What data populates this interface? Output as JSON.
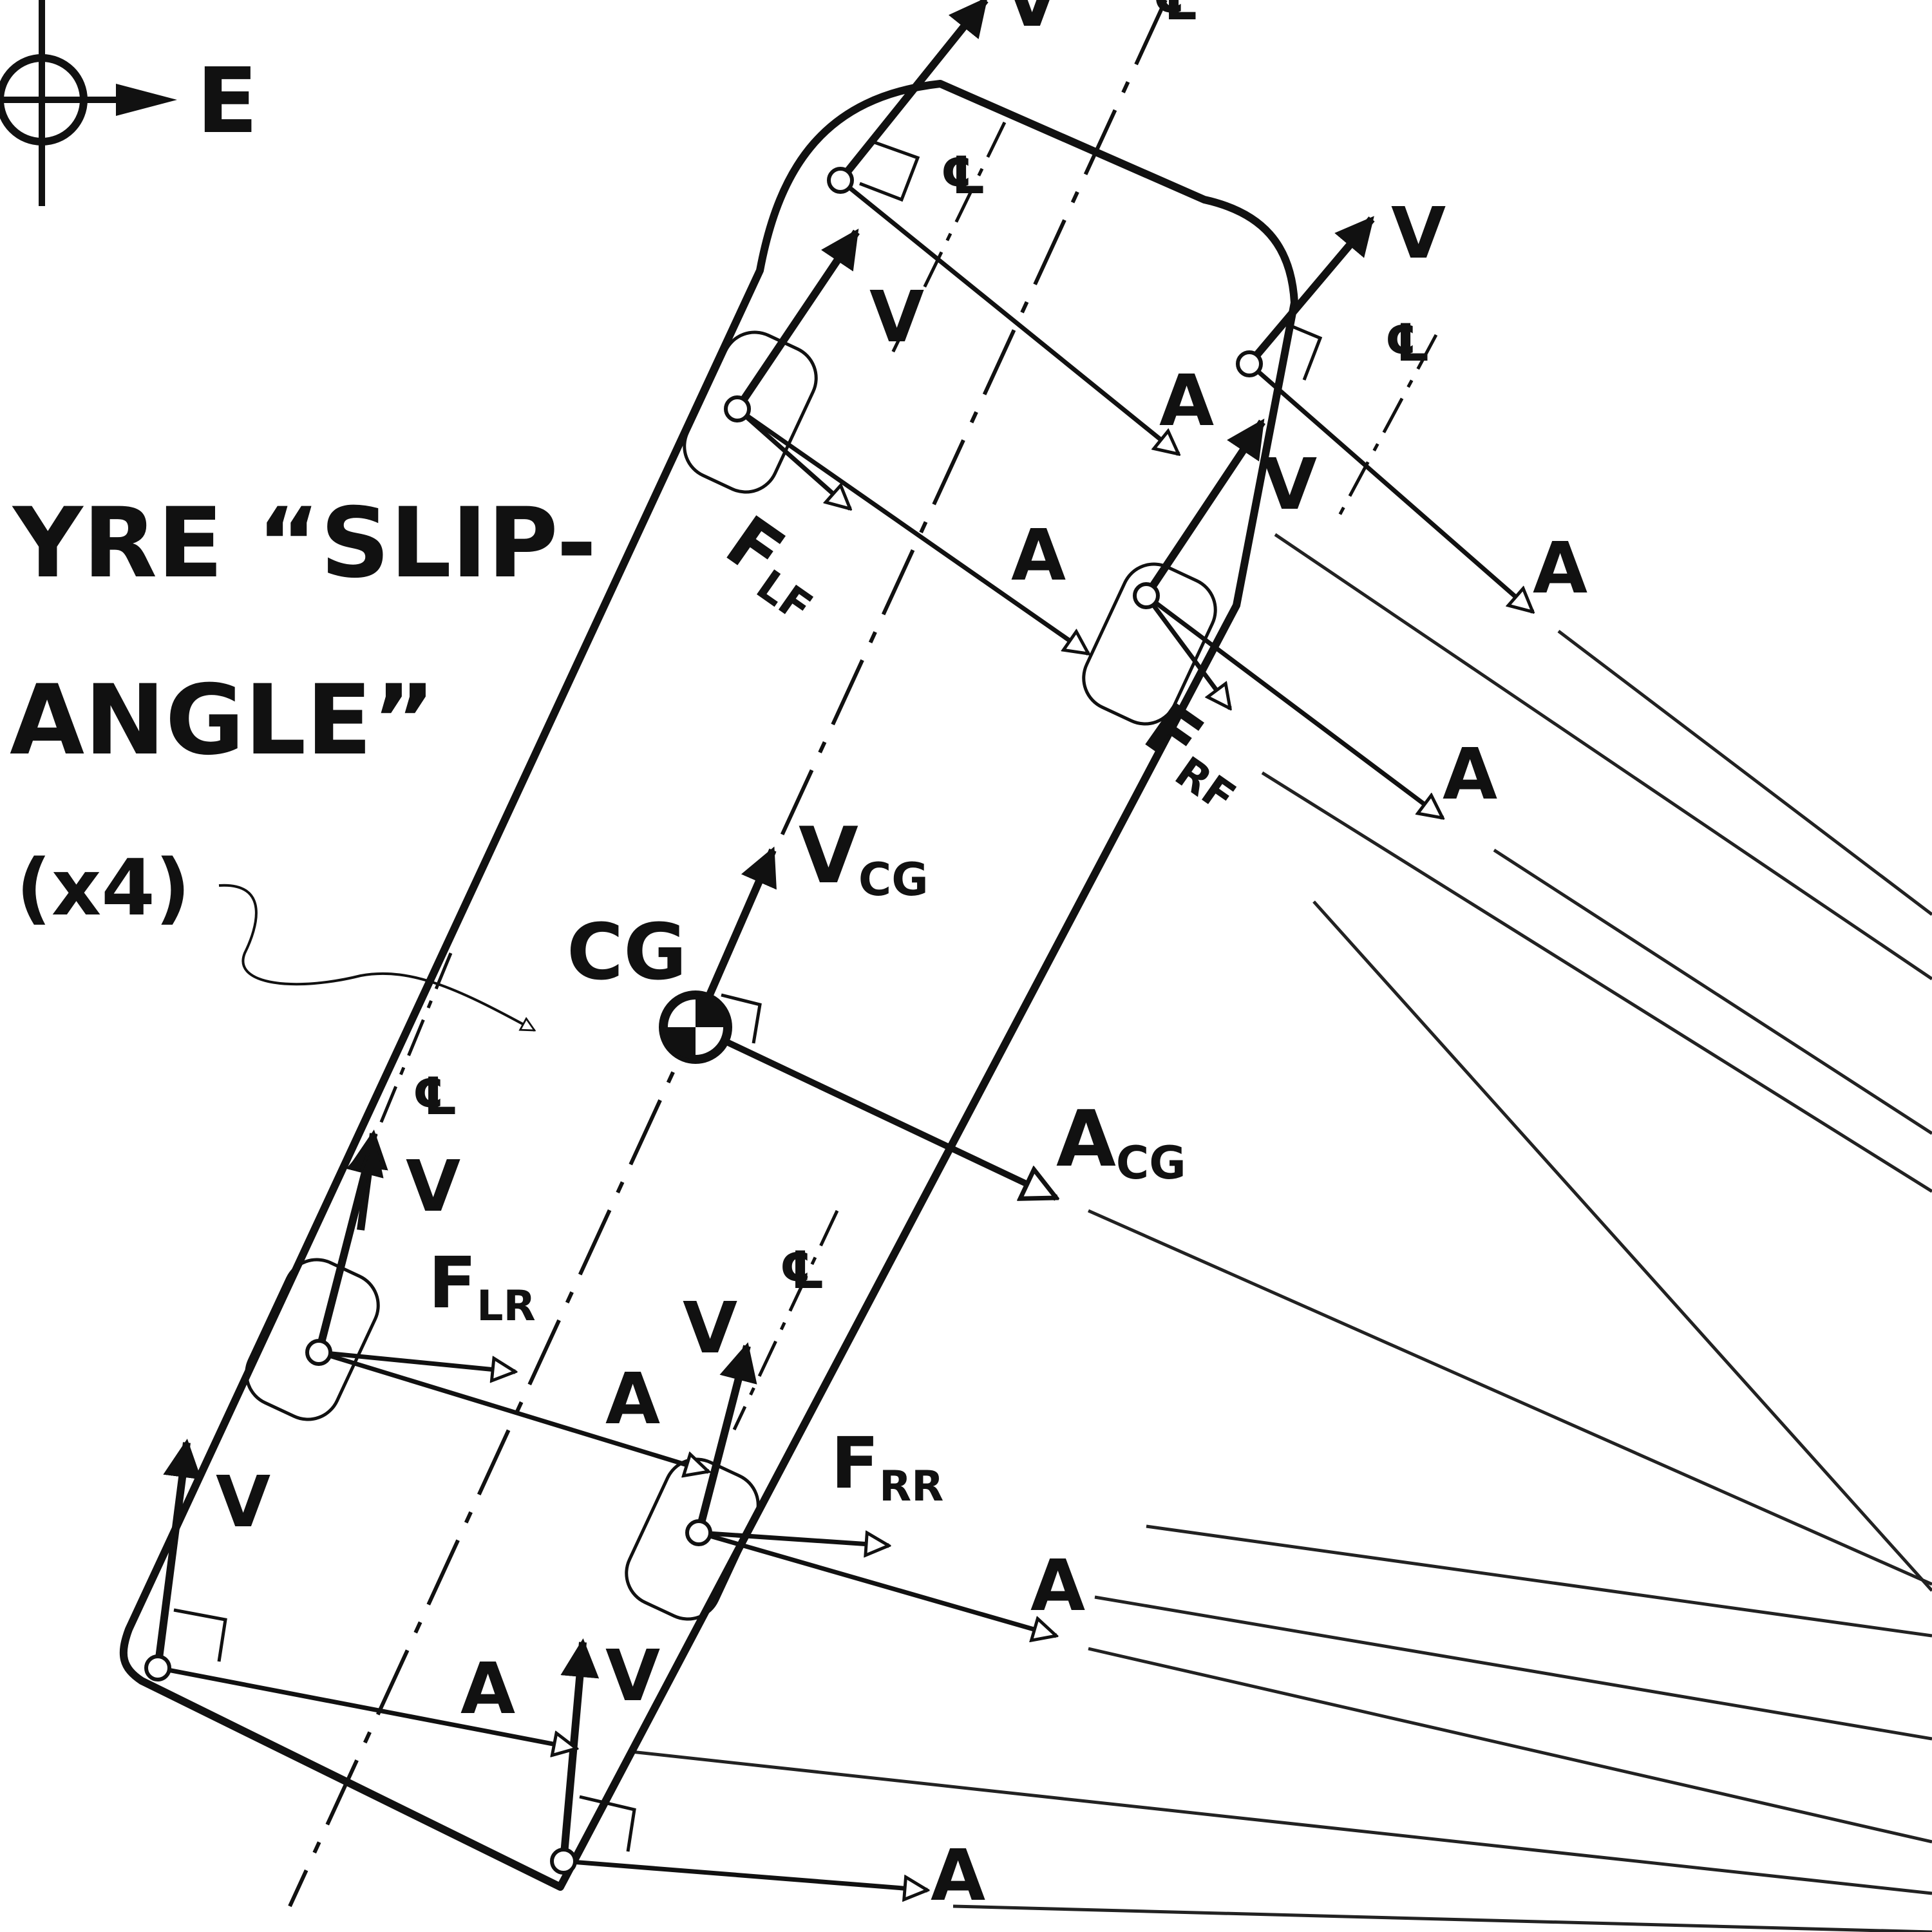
{
  "compass": {
    "east_label": "E"
  },
  "caption": {
    "line1": "YRE “SLIP-",
    "line2": "ANGLE”",
    "line3": "(x4)"
  },
  "labels": {
    "v": "V",
    "a": "A",
    "cl": "℄",
    "cg": "CG",
    "v_cg_main": "V",
    "v_cg_sub": "CG",
    "a_cg_main": "A",
    "a_cg_sub": "CG",
    "f_lf_main": "F",
    "f_lf_sub": "LF",
    "f_rf_main": "F",
    "f_rf_sub": "RF",
    "f_lr_main": "F",
    "f_lr_sub": "LR",
    "f_rr_main": "F",
    "f_rr_sub": "RR"
  },
  "colors": {
    "ink": "#111111",
    "paper": "#ffffff"
  }
}
